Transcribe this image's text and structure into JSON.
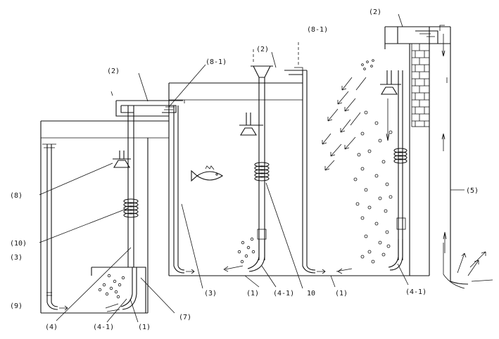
{
  "labels": {
    "l2a": "(2)",
    "l8_1": "(8-1)",
    "l2b": "(2)",
    "l2c": "(2)",
    "l8_1b": "(8-1)",
    "l8": "(8)",
    "l10": "(10)",
    "l3a": "(3)",
    "l9": "(9)",
    "l4": "(4)",
    "l4_1a": "(4-1)",
    "l1a": "(1)",
    "l7": "(7)",
    "l3b": "(3)",
    "l1b": "(1)",
    "l4_1b": "(4-1)",
    "l10b": "10",
    "l1c": "(1)",
    "l4_1c": "(4-1)",
    "l5": "(5)"
  },
  "colors": {
    "ink": "#111111",
    "paper": "#ffffff"
  }
}
